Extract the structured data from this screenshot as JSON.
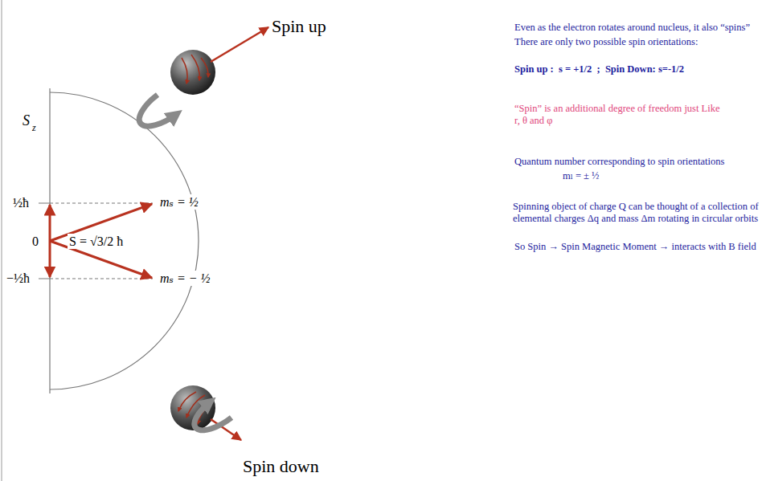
{
  "diagram": {
    "labels": [
      "Spin up",
      "Even as the electron rotates around nucleus, it also “spins”",
      "There are only two possible spin orientations:",
      "Spin up :  s = +1/2  ;  Spin Down: s=-1/2",
      "S",
      "z",
      "½ħ",
      "mₛ = ½",
      "“Spin”  is an additional degree of freedom just Like r, θ and φ",
      "0",
      "S = √3/2 ħ",
      "Quantum number corresponding to spin orientations",
      "mₗ = ± ½",
      "−½ħ",
      "mₛ = − ½",
      "Spinning object of charge Q can be thought of a collection of elemental charges Δq and mass Δm rotating in circular orbits",
      "So Spin → Spin Magnetic Moment → interacts with B field",
      "Spin down"
    ]
  }
}
